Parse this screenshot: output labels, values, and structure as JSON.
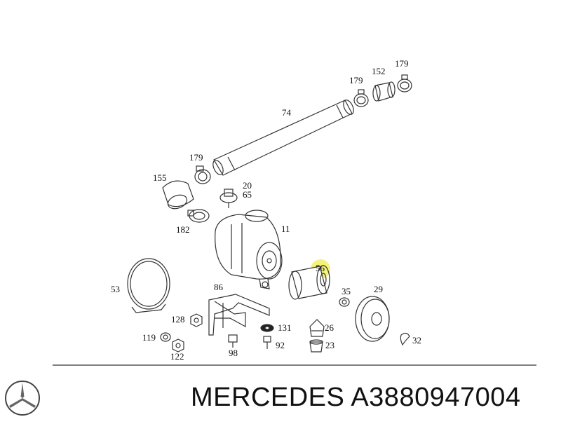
{
  "callouts": {
    "c74": "74",
    "c179a": "179",
    "c152": "152",
    "c179b": "179",
    "c179c": "179",
    "c155": "155",
    "c20": "20",
    "c65": "65",
    "c11": "11",
    "c182": "182",
    "c56": "56",
    "c53": "53",
    "c86": "86",
    "c35": "35",
    "c29": "29",
    "c128": "128",
    "c131": "131",
    "c26": "26",
    "c119": "119",
    "c92": "92",
    "c23": "23",
    "c32": "32",
    "c122": "122",
    "c98": "98"
  },
  "footer": {
    "brand_part": "MERCEDES A3880947004"
  },
  "colors": {
    "highlight": "#f4f27a",
    "line": "#333333"
  },
  "icons": {
    "logo": "mercedes-star-icon"
  }
}
